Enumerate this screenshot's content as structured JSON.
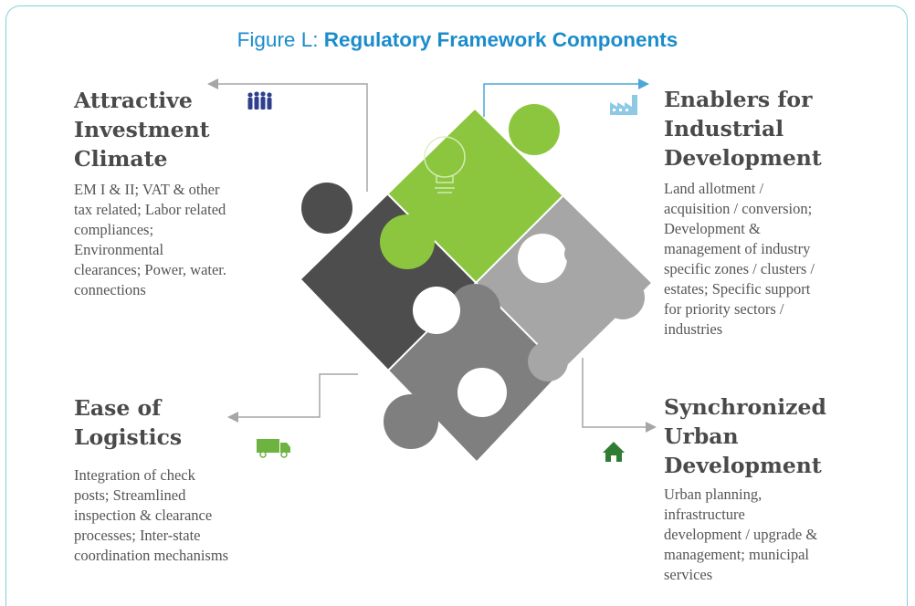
{
  "figure": {
    "label": "Figure L:",
    "title": "Regulatory Framework Components"
  },
  "blocks": {
    "investment": {
      "heading": [
        "Attractive",
        "Investment",
        "Climate"
      ],
      "description": [
        "EM I & II; VAT & other",
        "tax related; Labor related",
        "compliances;",
        "Environmental",
        "clearances; Power, water.",
        "connections"
      ],
      "icon": "people-icon"
    },
    "enablers": {
      "heading": [
        "Enablers for",
        "Industrial",
        "Development"
      ],
      "description": [
        "Land allotment /",
        "acquisition / conversion;",
        "Development &",
        "management of industry",
        "specific zones / clusters /",
        "estates; Specific support",
        "for priority sectors /",
        "industries"
      ],
      "icon": "factory-icon"
    },
    "logistics": {
      "heading": [
        "Ease of",
        "Logistics"
      ],
      "description": [
        "Integration of check",
        "posts; Streamlined",
        "inspection & clearance",
        "processes; Inter-state",
        "coordination mechanisms"
      ],
      "icon": "truck-icon"
    },
    "urban": {
      "heading": [
        "Synchronized",
        "Urban",
        "Development"
      ],
      "description": [
        "Urban planning,",
        "infrastructure",
        "development  / upgrade &",
        "management; municipal",
        "services"
      ],
      "icon": "house-icon"
    }
  },
  "colors": {
    "title": "#1b8ccb",
    "frame": "#7fd3d8",
    "green_piece": "#8cc63f",
    "dark_piece": "#4d4d4d",
    "light_piece": "#a6a6a6",
    "mid_piece": "#7f7f7f",
    "connector_blue": "#4da6d9",
    "connector_grey": "#a6a6a6",
    "icon_navy": "#2e3f8f",
    "icon_green": "#6db33f",
    "icon_lightblue": "#8ecae6",
    "icon_house": "#2e7d32"
  }
}
